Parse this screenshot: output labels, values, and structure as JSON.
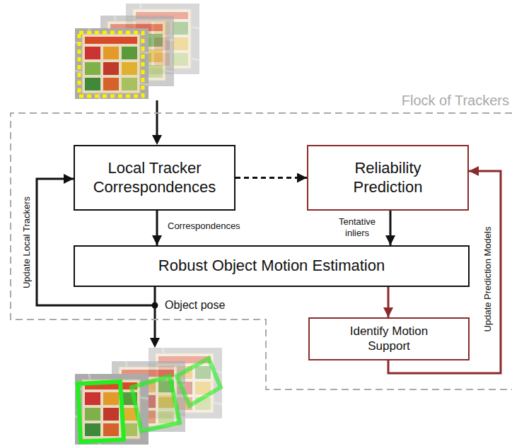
{
  "diagram": {
    "nodes": [
      {
        "text": [
          "Flock of Trackers"
        ]
      },
      {
        "text": [
          "Local Tracker Correspondences"
        ],
        "in": 0
      },
      {
        "text": [
          "Reliability Prediction"
        ],
        "in": 0
      },
      {
        "text": [
          "Robust Object Motion Estimation"
        ],
        "in": 0
      },
      {
        "text": [
          "Identify Motion Support"
        ],
        "in": 0
      }
    ],
    "edges": [
      {
        "from": 1,
        "to": 3,
        "arrow": "to",
        "label": "Correspondences"
      },
      {
        "from": 1,
        "to": 2,
        "arrow": "to"
      },
      {
        "from": 2,
        "to": 3,
        "arrow": "to",
        "label": "Tentative inliers"
      },
      {
        "from": 3,
        "to": 4,
        "arrow": "to"
      },
      {
        "from": 4,
        "to": 2,
        "arrow": "to",
        "label": "Update Prediction Models"
      },
      {
        "from": 3,
        "to": 1,
        "arrow": "to",
        "label": "Update Local Trackers"
      }
    ],
    "labels": [
      "Object pose"
    ]
  }
}
